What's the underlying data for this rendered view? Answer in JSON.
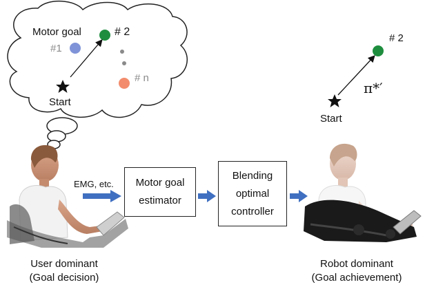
{
  "thought": {
    "motor_goal": "Motor goal",
    "goal_1": "#1",
    "goal_2": "# 2",
    "goal_n": "# n",
    "start": "Start"
  },
  "robot_plan": {
    "goal_2": "# 2",
    "policy": "π*′",
    "start": "Start"
  },
  "signal_label": "EMG, etc.",
  "estimator": {
    "line1": "Motor goal",
    "line2": "estimator"
  },
  "controller": {
    "line1": "Blending",
    "line2": "optimal",
    "line3": "controller"
  },
  "user_caption": {
    "line1": "User dominant",
    "line2": "(Goal decision)"
  },
  "robot_caption": {
    "line1": "Robot dominant",
    "line2": "(Goal achievement)"
  },
  "colors": {
    "goal_green": "#1e8e3e",
    "goal_blue": "#7f93d8",
    "goal_orange": "#f28c6c",
    "arrow_blue": "#3f6fc0",
    "gray_dots": "#8a8a8a"
  }
}
